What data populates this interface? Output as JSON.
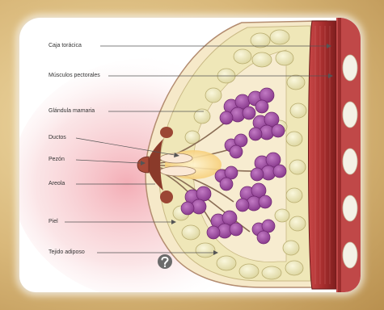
{
  "labels": {
    "caja_toracica": "Caja torácica",
    "musculos_pectorales": "Músculos pectorales",
    "glandula_mamaria": "Glándula mamaria",
    "ductos": "Ductos",
    "pezon": "Pezón",
    "areola": "Areola",
    "piel": "Piel",
    "tejido_adiposo": "Tejido adiposo"
  },
  "colors": {
    "muscle": "#b03a3a",
    "gland": "#a94ba9",
    "fat": "#ece6b4",
    "skin_glow": "#f4b8bf",
    "areola": "#8a3a2a"
  },
  "watermark_icon": "question-circle-icon"
}
